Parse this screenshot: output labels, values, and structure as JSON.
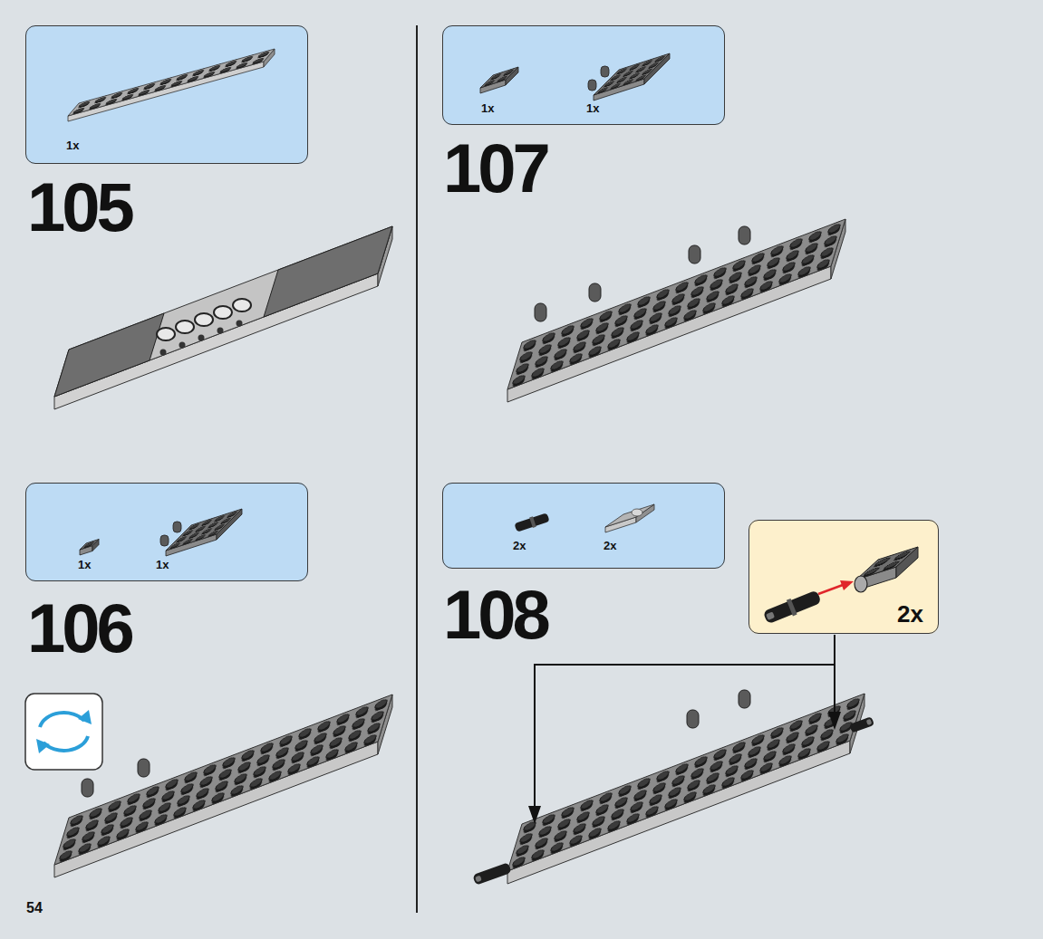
{
  "diagram": {
    "nodes": [
      {
        "text": [
          "1x"
        ]
      },
      {
        "text": [
          "1x",
          "1x"
        ]
      },
      {
        "text": [
          "1x",
          "1x"
        ]
      },
      {
        "text": [
          "2x",
          "2x"
        ]
      },
      {
        "text": [
          "2x"
        ]
      }
    ],
    "labels": [
      "105",
      "107",
      "106",
      "108",
      "54"
    ]
  }
}
